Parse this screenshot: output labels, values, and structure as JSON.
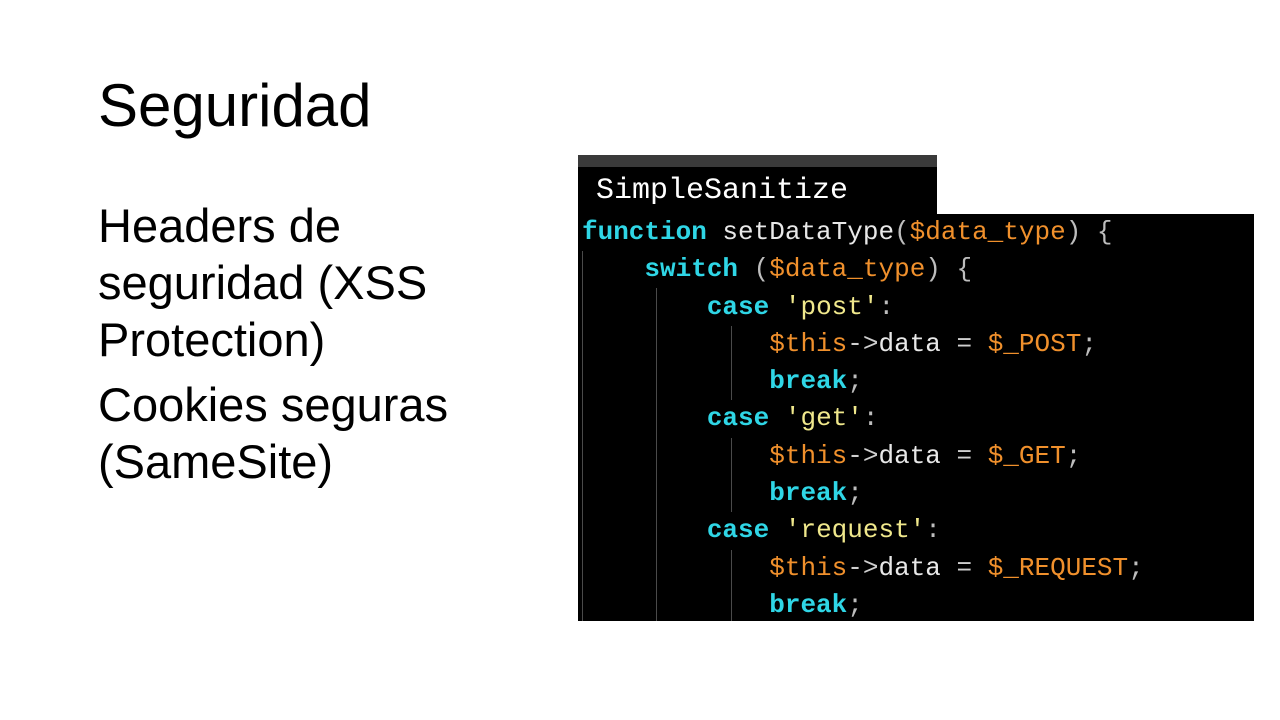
{
  "slide": {
    "title": "Seguridad",
    "bullets": [
      "Headers de seguridad (XSS Protection)",
      "Cookies seguras (SameSite)"
    ]
  },
  "code_panel": {
    "tab_label": "SimpleSanitize",
    "lines": [
      [
        {
          "cls": "kw",
          "text": "function"
        },
        {
          "cls": "txt",
          "text": " setDataType"
        },
        {
          "cls": "punct",
          "text": "("
        },
        {
          "cls": "var",
          "text": "$data_type"
        },
        {
          "cls": "punct",
          "text": ") {"
        }
      ],
      [
        {
          "cls": "txt",
          "text": "    "
        },
        {
          "cls": "kw",
          "text": "switch"
        },
        {
          "cls": "punct",
          "text": " ("
        },
        {
          "cls": "var",
          "text": "$data_type"
        },
        {
          "cls": "punct",
          "text": ") {"
        }
      ],
      [
        {
          "cls": "txt",
          "text": "        "
        },
        {
          "cls": "kw",
          "text": "case"
        },
        {
          "cls": "txt",
          "text": " "
        },
        {
          "cls": "str",
          "text": "'post'"
        },
        {
          "cls": "punct",
          "text": ":"
        }
      ],
      [
        {
          "cls": "txt",
          "text": "            "
        },
        {
          "cls": "var",
          "text": "$this"
        },
        {
          "cls": "op",
          "text": "->"
        },
        {
          "cls": "txt",
          "text": "data "
        },
        {
          "cls": "op",
          "text": "="
        },
        {
          "cls": "txt",
          "text": " "
        },
        {
          "cls": "var",
          "text": "$_POST"
        },
        {
          "cls": "punct",
          "text": ";"
        }
      ],
      [
        {
          "cls": "txt",
          "text": "            "
        },
        {
          "cls": "kw",
          "text": "break"
        },
        {
          "cls": "punct",
          "text": ";"
        }
      ],
      [
        {
          "cls": "txt",
          "text": "        "
        },
        {
          "cls": "kw",
          "text": "case"
        },
        {
          "cls": "txt",
          "text": " "
        },
        {
          "cls": "str",
          "text": "'get'"
        },
        {
          "cls": "punct",
          "text": ":"
        }
      ],
      [
        {
          "cls": "txt",
          "text": "            "
        },
        {
          "cls": "var",
          "text": "$this"
        },
        {
          "cls": "op",
          "text": "->"
        },
        {
          "cls": "txt",
          "text": "data "
        },
        {
          "cls": "op",
          "text": "="
        },
        {
          "cls": "txt",
          "text": " "
        },
        {
          "cls": "var",
          "text": "$_GET"
        },
        {
          "cls": "punct",
          "text": ";"
        }
      ],
      [
        {
          "cls": "txt",
          "text": "            "
        },
        {
          "cls": "kw",
          "text": "break"
        },
        {
          "cls": "punct",
          "text": ";"
        }
      ],
      [
        {
          "cls": "txt",
          "text": "        "
        },
        {
          "cls": "kw",
          "text": "case"
        },
        {
          "cls": "txt",
          "text": " "
        },
        {
          "cls": "str",
          "text": "'request'"
        },
        {
          "cls": "punct",
          "text": ":"
        }
      ],
      [
        {
          "cls": "txt",
          "text": "            "
        },
        {
          "cls": "var",
          "text": "$this"
        },
        {
          "cls": "op",
          "text": "->"
        },
        {
          "cls": "txt",
          "text": "data "
        },
        {
          "cls": "op",
          "text": "="
        },
        {
          "cls": "txt",
          "text": " "
        },
        {
          "cls": "var",
          "text": "$_REQUEST"
        },
        {
          "cls": "punct",
          "text": ";"
        }
      ],
      [
        {
          "cls": "txt",
          "text": "            "
        },
        {
          "cls": "kw",
          "text": "break"
        },
        {
          "cls": "punct",
          "text": ";"
        }
      ]
    ]
  },
  "colors": {
    "keyword": "#2fd6e6",
    "variable": "#f0902c",
    "string": "#f0e88c",
    "code_background": "#000000",
    "slide_background": "#ffffff"
  }
}
